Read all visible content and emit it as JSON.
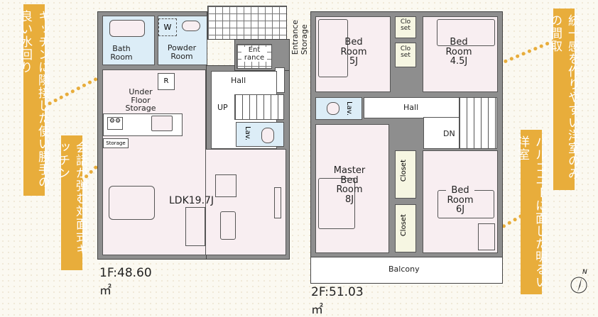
{
  "callouts": [
    {
      "text": "キッチンに隣接した使い勝手の良い水回り"
    },
    {
      "text": "会話が弾む対面式キッチン"
    },
    {
      "text": "統一感を作りやすい洋室のみの間取"
    },
    {
      "text": "バルコニーに面した明るい洋室"
    }
  ],
  "floor1": {
    "area": "1F:48.60㎡",
    "rooms": {
      "bath": "Bath\nRoom",
      "powder": "Powder\nRoom",
      "washer": "W",
      "entrance": "Ent\nrance",
      "entrance_storage": "Entrance Storage",
      "hall": "Hall",
      "underfloor": "Under\nFloor\nStorage",
      "r_mark": "R",
      "up": "UP",
      "lav": "Lav.",
      "storage": "Storage",
      "ldk": "LDK19.7J"
    }
  },
  "floor2": {
    "area": "2F:51.03㎡",
    "rooms": {
      "bed5": "Bed\nRoom\n5J",
      "closet_a": "Clo\nset",
      "closet_b": "Clo\nset",
      "bed45": "Bed\nRoom\n4.5J",
      "lav": "Lav.",
      "hall": "Hall",
      "dn": "DN",
      "master": "Master\nBed\nRoom\n8J",
      "closet_c": "Closet",
      "closet_d": "Closet",
      "bed6": "Bed\nRoom\n6J",
      "balcony": "Balcony"
    }
  },
  "compass": {
    "label": "N"
  },
  "colors": {
    "accent": "#e8ad3b",
    "wall": "#8e8e8e",
    "room": "#f8eef1",
    "wet": "#dcedf7"
  }
}
